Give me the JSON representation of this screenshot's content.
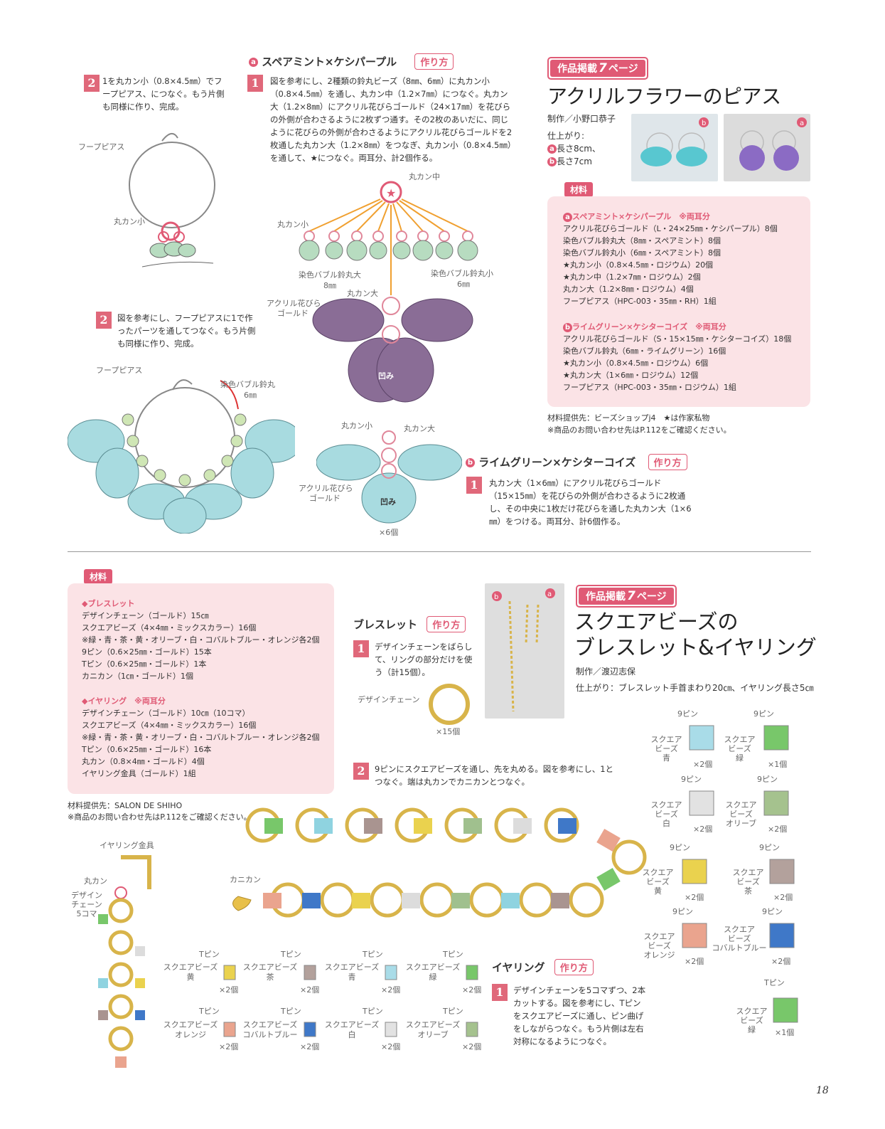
{
  "top": {
    "page_tag": "作品掲載",
    "page_tag_num": "7",
    "page_tag_suffix": "ページ",
    "title": "アクリルフラワーのピアス",
    "author": "制作／小野口恭子",
    "finish_label": "仕上がり:",
    "finish_a": "長さ8cm、",
    "finish_b": "長さ7cm",
    "section_a_title": "スペアミント×ケシパープル",
    "section_b_title": "ライムグリーン×ケシターコイズ",
    "howto": "作り方",
    "step_left_1_num": "2",
    "step_left_1_text": "1を丸カン小（0.8×4.5㎜）でフープピアス、につなぐ。もう片側も同様に作り、完成。",
    "step_left_2_num": "2",
    "step_left_2_text": "図を参考にし、フープピアスに1で作ったパーツを通してつなぐ。もう片側も同様に作り、完成。",
    "step_a1_num": "1",
    "step_a1_text": "図を参考にし、2種類の鈴丸ビーズ（8㎜、6㎜）に丸カン小（0.8×4.5㎜）を通し、丸カン中（1.2×7㎜）につなぐ。丸カン大（1.2×8㎜）にアクリル花びらゴールド（24×17㎜）を花びらの外側が合わさるように2枚ずつ通す。その2枚のあいだに、同じように花びらの外側が合わさるようにアクリル花びらゴールドを2枚通した丸カン大（1.2×8㎜）をつなぎ、丸カン小（0.8×4.5㎜）を通して、★につなぐ。両耳分、計2個作る。",
    "step_b1_num": "1",
    "step_b1_text": "丸カン大（1×6㎜）にアクリル花びらゴールド（15×15㎜）を花びらの外側が合わさるように2枚通し、その中央に1枚だけ花びらを通した丸カン大（1×6㎜）をつける。両耳分、計6個作る。",
    "labels": {
      "hoop": "フープピアス",
      "jump_small": "丸カン小",
      "jump_mid": "丸カン中",
      "jump_big": "丸カン大",
      "bead_big": "染色バブル鈴丸大",
      "bead_big_size": "8㎜",
      "bead_small": "染色バブル鈴丸小",
      "bead_small_size": "6㎜",
      "petal": "アクリル花びら",
      "petal2": "ゴールド",
      "hollow": "凹み",
      "bead_round": "染色バブル鈴丸",
      "bead_round_size": "6㎜",
      "times6": "×6個"
    },
    "materials_badge": "材料",
    "materials_a_title": "スペアミント×ケシパープル　※両耳分",
    "materials_a": [
      "アクリル花びらゴールド（L・24×25㎜・ケシパープル）8個",
      "染色バブル鈴丸大（8㎜・スペアミント）8個",
      "染色バブル鈴丸小（6㎜・スペアミント）8個",
      "★丸カン小（0.8×4.5㎜・ロジウム）20個",
      "★丸カン中（1.2×7㎜・ロジウム）2個",
      "丸カン大（1.2×8㎜・ロジウム）4個",
      "フープピアス（HPC-003・35㎜・RH）1組"
    ],
    "materials_b_title": "ライムグリーン×ケシターコイズ　※両耳分",
    "materials_b": [
      "アクリル花びらゴールド（S・15×15㎜・ケシターコイズ）18個",
      "染色バブル鈴丸（6㎜・ライムグリーン）16個",
      "★丸カン小（0.8×4.5㎜・ロジウム）6個",
      "★丸カン大（1×6㎜・ロジウム）12個",
      "フープピアス（HPC-003・35㎜・ロジウム）1組"
    ],
    "supplier": "材料提供先：ビーズショップj4　★は作家私物",
    "inquiry": "※商品のお問い合わせ先はP.112をご確認ください。"
  },
  "bottom": {
    "page_tag": "作品掲載",
    "page_tag_num": "7",
    "page_tag_suffix": "ページ",
    "title_line1": "スクエアビーズの",
    "title_line2": "ブレスレット&イヤリング",
    "author": "制作／渡辺志保",
    "finish": "仕上がり：ブレスレット手首まわり20㎝、イヤリング長さ5㎝",
    "materials_badge": "材料",
    "bracelet_head": "◆ブレスレット",
    "bracelet_items": [
      "デザインチェーン（ゴールド）15㎝",
      "スクエアビーズ（4×4㎜・ミックスカラー）16個",
      "※緑・青・茶・黄・オリーブ・白・コバルトブルー・オレンジ各2個",
      "9ピン（0.6×25㎜・ゴールド）15本",
      "Tピン（0.6×25㎜・ゴールド）1本",
      "カニカン（1㎝・ゴールド）1個"
    ],
    "earring_head": "◆イヤリング　※両耳分",
    "earring_items": [
      "デザインチェーン（ゴールド）10㎝（10コマ）",
      "スクエアビーズ（4×4㎜・ミックスカラー）16個",
      "※緑・青・茶・黄・オリーブ・白・コバルトブルー・オレンジ各2個",
      "Tピン（0.6×25㎜・ゴールド）16本",
      "丸カン（0.8×4㎜・ゴールド）4個",
      "イヤリング金具（ゴールド）1組"
    ],
    "supplier": "材料提供先：SALON DE SHIHO",
    "inquiry": "※商品のお問い合わせ先はP.112をご確認ください。",
    "bracelet_title": "ブレスレット",
    "earring_title": "イヤリング",
    "howto": "作り方",
    "br_step1_num": "1",
    "br_step1_text": "デザインチェーンをばらして、リングの部分だけを使う（計15個）。",
    "br_step2_num": "2",
    "br_step2_text": "9ピンにスクエアビーズを通し、先を丸める。図を参考にし、1とつなぐ。端は丸カンでカニカンとつなぐ。",
    "er_step1_num": "1",
    "er_step1_text": "デザインチェーンを5コマずつ、2本カットする。図を参考にし、Tピンをスクエアビーズに通し、ピン曲げをしながらつなぐ。もう片側は左右対称になるようにつなぐ。",
    "chain_label": "デザインチェーン",
    "times15": "×15個",
    "clasp_label": "カニカン",
    "earring_fitting": "イヤリング金具",
    "jump": "丸カン",
    "design_chain": "デザイン",
    "design_chain2": "チェーン",
    "five_links": "5コマ",
    "pin9": "9ピン",
    "tpin": "Tピン",
    "square": "スクエア",
    "beads": "ビーズ",
    "square_beads": "スクエアビーズ",
    "colors": {
      "blue": "青",
      "green": "緑",
      "white": "白",
      "olive": "オリーブ",
      "yellow": "黄",
      "brown": "茶",
      "orange": "オレンジ",
      "cobalt": "コバルトブルー"
    },
    "x2": "×2個",
    "x1": "×1個"
  },
  "page_number": "18"
}
